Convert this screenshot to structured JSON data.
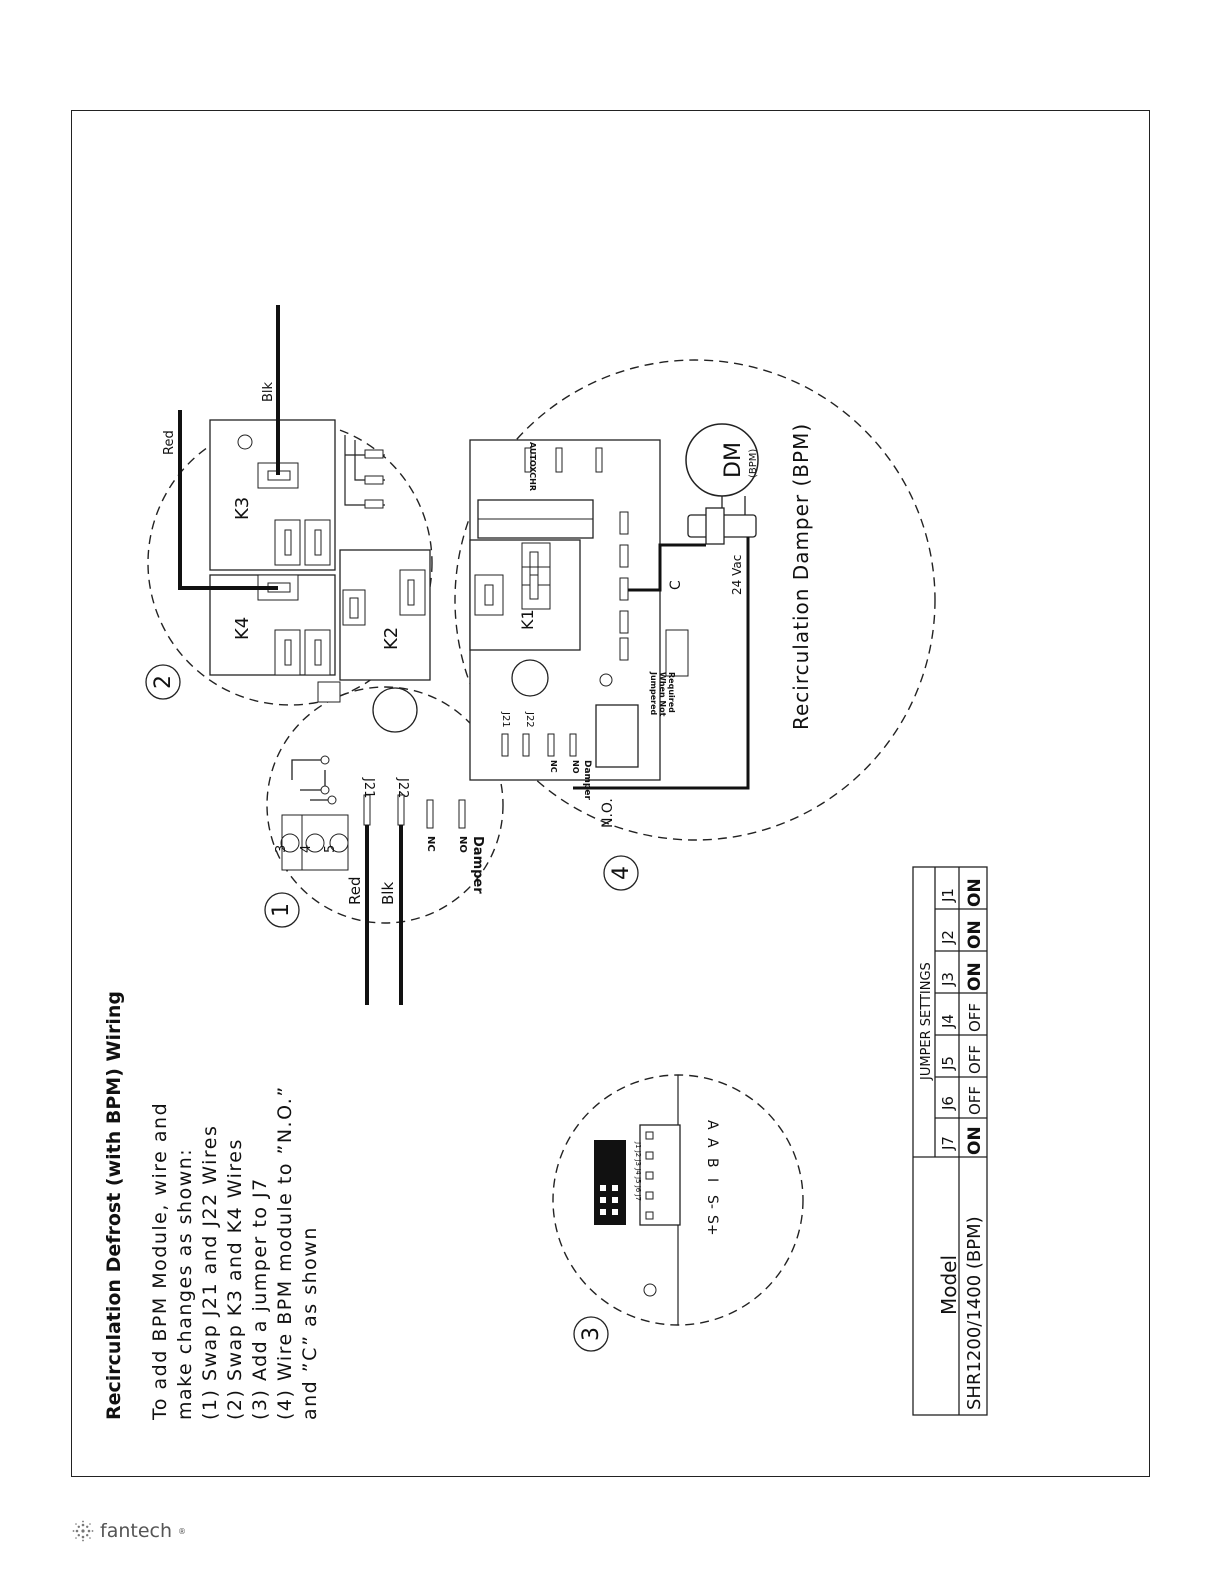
{
  "title": "Recirculation Defrost (with BPM) Wiring",
  "instructions": [
    "To add BPM Module, wire and",
    "make changes as shown:",
    "(1) Swap J21 and J22 Wires",
    "(2) Swap K3 and K4 Wires",
    "(3) Add a jumper to J7",
    "(4) Wire BPM module to ”N.O.”",
    "and ”C” as shown"
  ],
  "callouts": [
    "1",
    "2",
    "3",
    "4"
  ],
  "wire_labels": {
    "red": "Red",
    "blk": "Blk"
  },
  "detail1": {
    "terminals": [
      "3",
      "4",
      "5"
    ],
    "j21": "J21",
    "j22": "J22",
    "nc": "NC",
    "no": "NO",
    "damper": "Damper"
  },
  "detail2": {
    "relays": [
      "K3",
      "K4",
      "K2"
    ]
  },
  "detail3": {
    "pins": [
      "S+",
      "S-",
      "I",
      "B",
      "A",
      "A"
    ],
    "jumpers": "J1 J2 J3 J4 J5 J6 J7"
  },
  "detail4": {
    "relay": "K1",
    "j21": "J21",
    "j22": "J22",
    "nc": "NC",
    "no": "NO",
    "damper": "Damper",
    "autoxchr": "AUTOXCHR",
    "jumpered_note": [
      "Jumpered",
      "When Not",
      "Required"
    ],
    "motor_main": "DM",
    "motor_sub": "(BPM)",
    "c_label": "C",
    "no_label": "N.O.",
    "vac": "24 Vac",
    "caption": "Recirculation Damper (BPM)"
  },
  "table": {
    "model_header": "Model",
    "group_header": "JUMPER SETTINGS",
    "columns": [
      "J7",
      "J6",
      "J5",
      "J4",
      "J3",
      "J2",
      "J1"
    ],
    "rows": [
      {
        "model": "SHR1200/1400 (BPM)",
        "values": [
          "ON",
          "OFF",
          "OFF",
          "OFF",
          "ON",
          "ON",
          "ON"
        ]
      }
    ]
  },
  "brand": {
    "name": "fantech",
    "mark": "®"
  }
}
